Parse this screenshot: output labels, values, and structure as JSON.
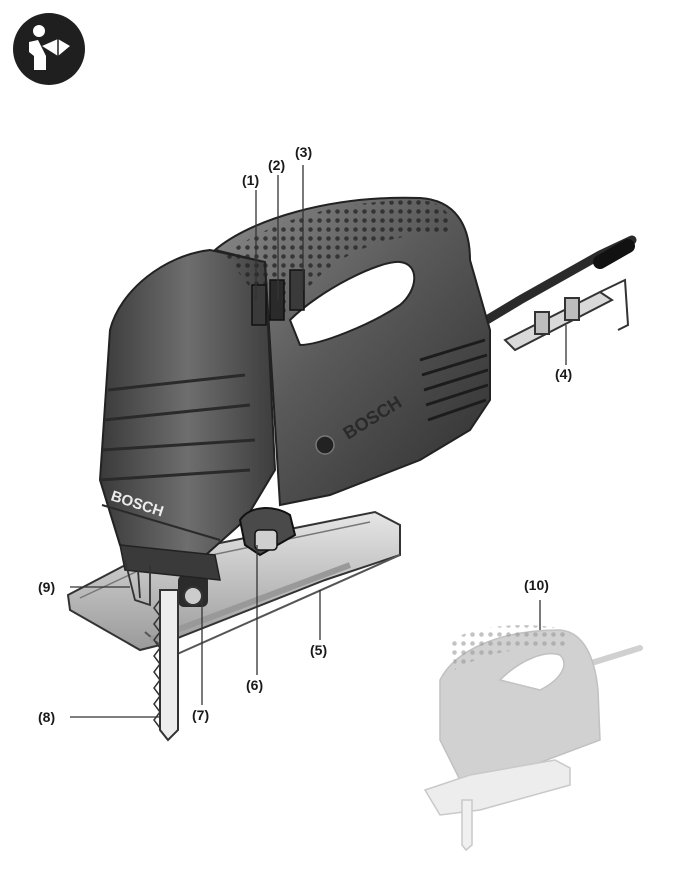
{
  "pictogram": {
    "icon": "read-manual-icon",
    "color": "#1f1f1f"
  },
  "tool": {
    "brand": "BOSCH",
    "body_color": "#4f4f4f",
    "accent_color": "#1f1f1f"
  },
  "callouts": [
    {
      "id": "c1",
      "label": "(1)"
    },
    {
      "id": "c2",
      "label": "(2)"
    },
    {
      "id": "c3",
      "label": "(3)"
    },
    {
      "id": "c4",
      "label": "(4)"
    },
    {
      "id": "c5",
      "label": "(5)"
    },
    {
      "id": "c6",
      "label": "(6)"
    },
    {
      "id": "c7",
      "label": "(7)"
    },
    {
      "id": "c8",
      "label": "(8)"
    },
    {
      "id": "c9",
      "label": "(9)"
    },
    {
      "id": "c10",
      "label": "(10)"
    }
  ]
}
